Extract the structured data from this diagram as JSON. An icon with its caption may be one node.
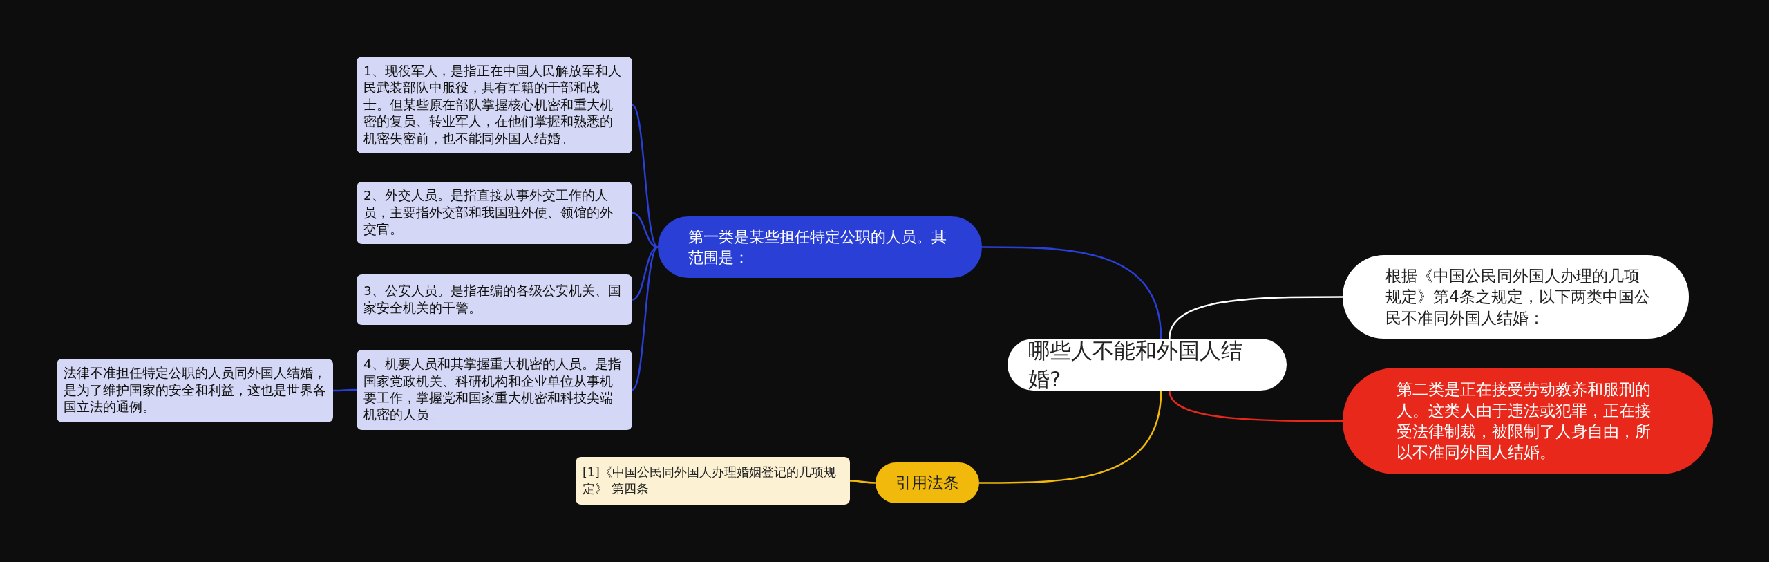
{
  "diagram": {
    "nodes": [
      {
        "text": [
          "哪些人不能和外国人结婚?"
        ]
      },
      {
        "text": [
          "根据《中国公民同外国人办理的几项规定》第4条之规定，以下两类中国公民不准同外国人结婚："
        ]
      },
      {
        "text": [
          "第二类是正在接受劳动教养和服刑的人。这类人由于违法或犯罪，正在接受法律制裁，被限制了人身自由，所以不准同外国人结婚。"
        ]
      },
      {
        "text": [
          "第一类是某些担任特定公职的人员。其范围是："
        ]
      },
      {
        "text": [
          "1、现役军人，是指正在中国人民解放军和人民武装部队中服役，具有军籍的干部和战士。但某些原在部队掌握核心机密和重大机密的复员、转业军人，在他们掌握和熟悉的机密失密前，也不能同外国人结婚。"
        ]
      },
      {
        "text": [
          "2、外交人员。是指直接从事外交工作的人员，主要指外交部和我国驻外使、领馆的外交官。"
        ]
      },
      {
        "text": [
          "3、公安人员。是指在编的各级公安机关、国家安全机关的干警。"
        ]
      },
      {
        "text": [
          "4、机要人员和其掌握重大机密的人员。是指国家党政机关、科研机构和企业单位从事机要工作，掌握党和国家重大机密和科技尖端机密的人员。"
        ]
      },
      {
        "text": [
          "法律不准担任特定公职的人员同外国人结婚，是为了维护国家的安全和利益，这也是世界各国立法的通例。"
        ]
      },
      {
        "text": [
          "引用法条"
        ]
      },
      {
        "text": [
          "[1]《中国公民同外国人办理婚姻登记的几项规定》 第四条"
        ]
      }
    ],
    "edges": [
      {
        "from": 0,
        "to": 3,
        "arrow": "none"
      },
      {
        "from": 0,
        "to": 1,
        "arrow": "none",
        "color": "#ffffff"
      },
      {
        "from": 0,
        "to": 2,
        "arrow": "none",
        "color": "#e8281a"
      },
      {
        "from": 0,
        "to": 9,
        "arrow": "none",
        "color": "#f0b90b"
      },
      {
        "from": 3,
        "to": 4,
        "arrow": "none"
      },
      {
        "from": 3,
        "to": 5,
        "arrow": "none"
      },
      {
        "from": 3,
        "to": 6,
        "arrow": "none"
      },
      {
        "from": 3,
        "to": 7,
        "arrow": "none"
      },
      {
        "from": 7,
        "to": 8,
        "arrow": "none"
      },
      {
        "from": 9,
        "to": 10,
        "arrow": "none",
        "color": "#f0b90b"
      }
    ]
  }
}
